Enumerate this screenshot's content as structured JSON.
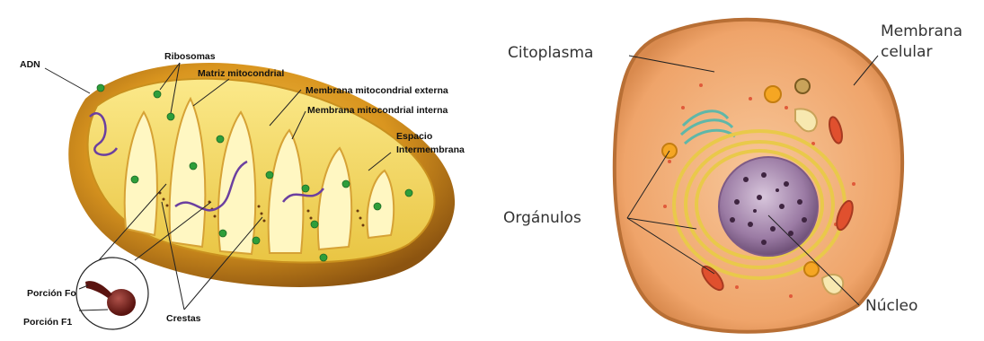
{
  "mitochondria": {
    "labels": {
      "adn": "ADN",
      "ribosomas": "Ribosomas",
      "matriz": "Matriz mitocondrial",
      "membrana_externa": "Membrana mitocondrial externa",
      "membrana_interna": "Membrana mitocondrial interna",
      "espacio": [
        "Espacio",
        "Intermembrana"
      ],
      "porcion_fo": "Porción Fo",
      "porcion_f1": "Porción F1",
      "crestas": "Crestas"
    }
  },
  "cell": {
    "labels": {
      "citoplasma": "Citoplasma",
      "membrana_celular": [
        "Membrana",
        "celular"
      ],
      "organulos": "Orgánulos",
      "nucleo": "Núcleo"
    }
  },
  "colors": {
    "mito_outer": "#C98A1E",
    "mito_inner": "#F6E27A",
    "cristae": "#FFF7C2",
    "ribosome": "#2E9E3A",
    "dna": "#6B3FA0",
    "cell_membrane": "#D98A4E",
    "cytoplasm": "#F2B27E",
    "nucleus": "#9B7BA4",
    "er": "#E9C94A"
  }
}
